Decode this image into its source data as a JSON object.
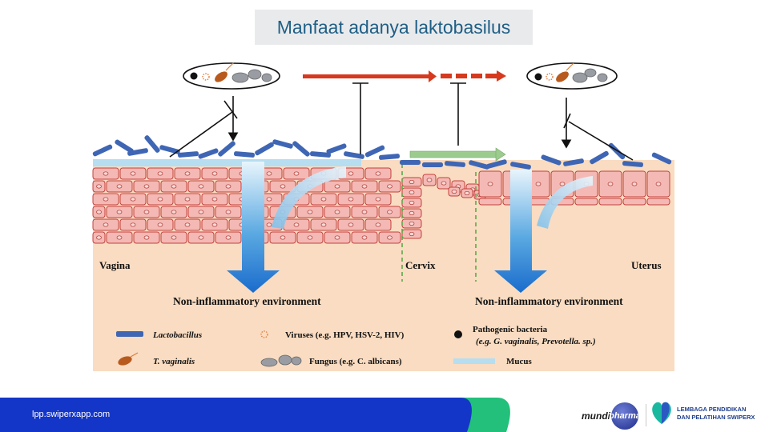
{
  "title": "Manfaat adanya laktobasilus",
  "regions": {
    "vagina": "Vagina",
    "cervix": "Cervix",
    "uterus": "Uterus"
  },
  "environment_label": "Non-inflammatory environment",
  "legend": {
    "lactobacillus": "Lactobacillus",
    "viruses": "Viruses (e.g. HPV, HSV-2, HIV)",
    "pathogenic_line1": "Pathogenic bacteria",
    "pathogenic_line2": "(e.g. G. vaginalis, Prevotella. sp.)",
    "t_vaginalis": "T. vaginalis",
    "fungus": "Fungus (e.g. C. albicans)",
    "mucus": "Mucus"
  },
  "footer": {
    "url": "lpp.swiperxapp.com",
    "logo_left_a": "mundi",
    "logo_left_b": "pharma",
    "logo_right_line1": "LEMBAGA PENDIDIKAN",
    "logo_right_line2": "DAN PELATIHAN SWIPERX"
  },
  "colors": {
    "title": "#1f5f86",
    "lactobacillus": "#3f66b4",
    "cell_fill": "#f4b9b4",
    "tissue_bg": "#f9dcc1",
    "arrow_red": "#d6391e",
    "arrow_green": "#9ccb8e",
    "mucus": "#b6ddf0",
    "footer_blue": "#1436c8",
    "footer_green": "#22c07a"
  }
}
